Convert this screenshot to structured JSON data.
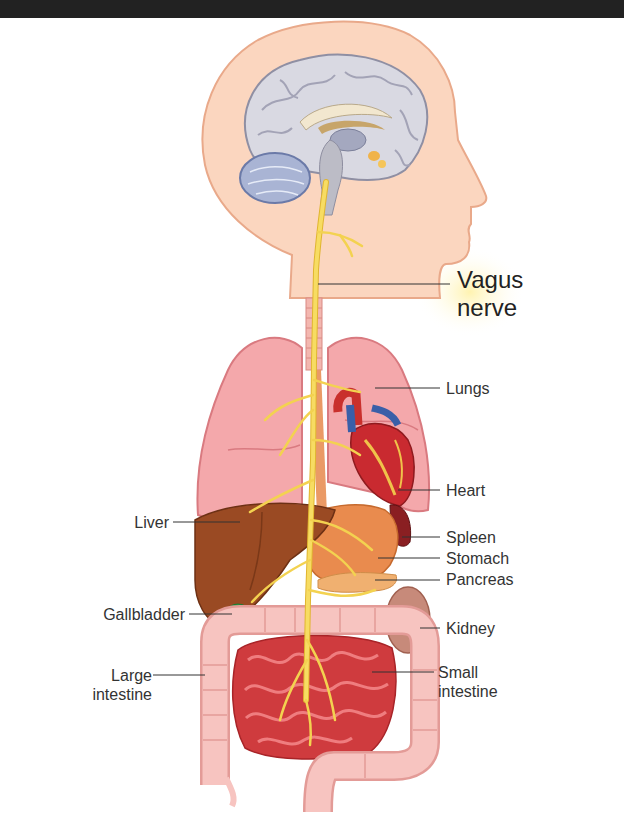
{
  "diagram": {
    "labels": [
      "Vagus nerve",
      "Lungs",
      "Heart",
      "Liver",
      "Spleen",
      "Stomach",
      "Pancreas",
      "Gallbladder",
      "Kidney",
      "Large intestine",
      "Small intestine"
    ]
  }
}
